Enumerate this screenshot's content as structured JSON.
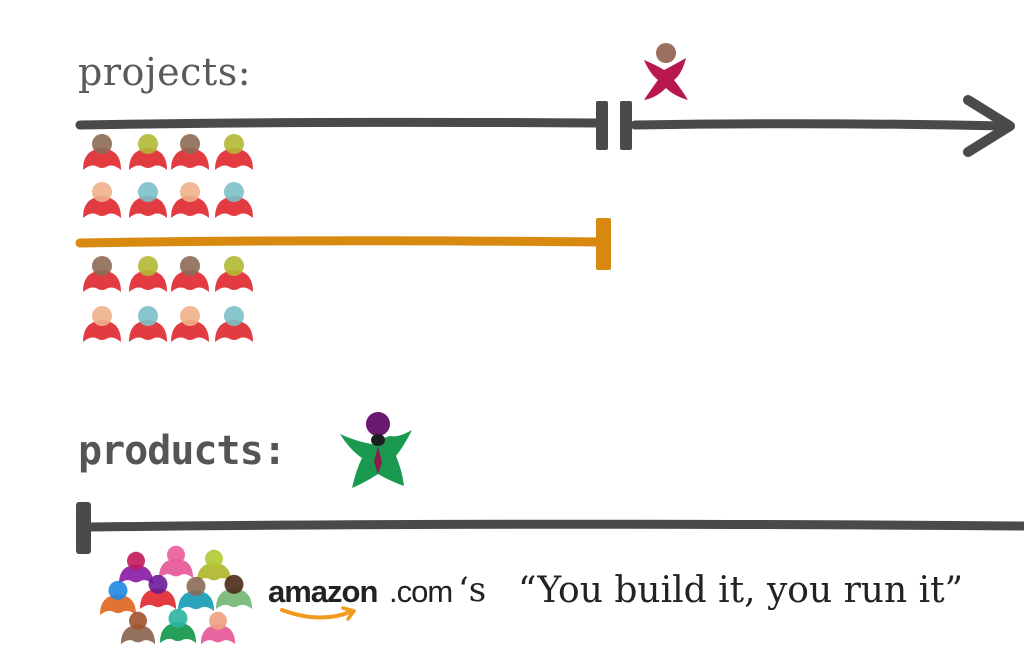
{
  "labels": {
    "projects": "projects:",
    "products": "products:"
  },
  "brand": {
    "amazon_word": "amazon",
    "amazon_tld": ".com",
    "possessive": "‘s",
    "quote": "“You build it, you run it”"
  },
  "colors": {
    "line_dark": "#4a4a4a",
    "line_orange": "#d88a10",
    "person_body_red": "#e03238",
    "manager_body": "#b8174f",
    "owner_body": "#1a9a50",
    "amazon_smile": "#f29a1b"
  },
  "icons": {
    "project_team": "people-group-icon",
    "project_manager": "person-icon",
    "product_owner": "person-icon",
    "product_team": "people-group-icon",
    "amazon_logo": "amazon-smile-icon"
  }
}
